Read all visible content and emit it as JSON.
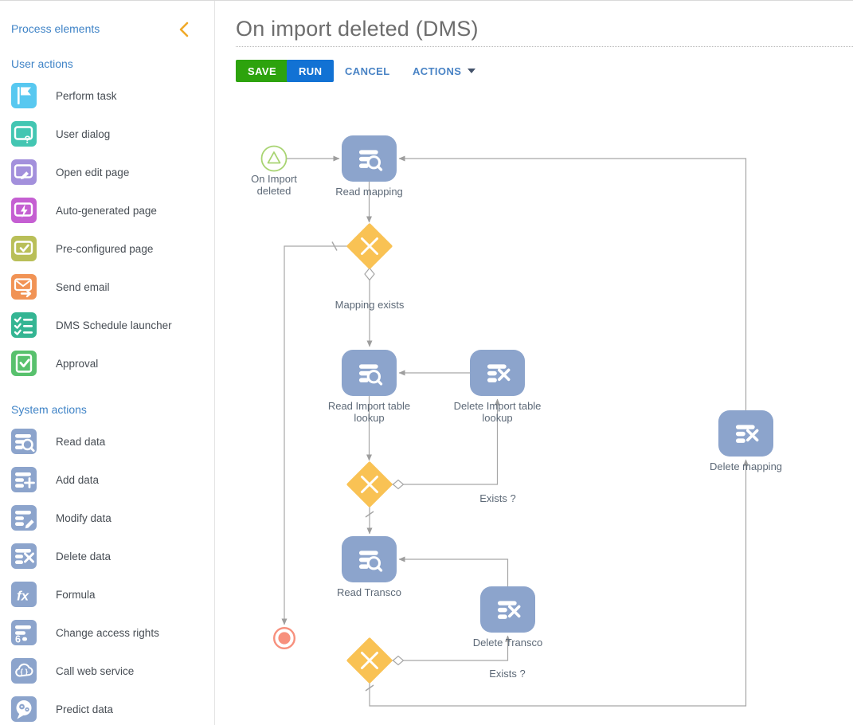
{
  "sidebar": {
    "title": "Process elements",
    "sections": [
      {
        "label": "User actions",
        "items": [
          {
            "label": "Perform task",
            "icon": "flag-icon",
            "color": "#58c8f0"
          },
          {
            "label": "User dialog",
            "icon": "dialog-question-icon",
            "color": "#43c6b2"
          },
          {
            "label": "Open edit page",
            "icon": "page-edit-icon",
            "color": "#a390dc"
          },
          {
            "label": "Auto-generated page",
            "icon": "page-lightning-icon",
            "color": "#c55fd2"
          },
          {
            "label": "Pre-configured page",
            "icon": "page-check-icon",
            "color": "#b9bf58"
          },
          {
            "label": "Send email",
            "icon": "email-send-icon",
            "color": "#f19355"
          },
          {
            "label": "DMS Schedule launcher",
            "icon": "checklist-icon",
            "color": "#34b593"
          },
          {
            "label": "Approval",
            "icon": "clipboard-check-icon",
            "color": "#58c16d"
          }
        ]
      },
      {
        "label": "System actions",
        "items": [
          {
            "label": "Read data",
            "icon": "data-read-icon",
            "color": "#8ca4cc"
          },
          {
            "label": "Add data",
            "icon": "data-add-icon",
            "color": "#8ca4cc"
          },
          {
            "label": "Modify data",
            "icon": "data-modify-icon",
            "color": "#8ca4cc"
          },
          {
            "label": "Delete data",
            "icon": "data-delete-icon",
            "color": "#8ca4cc"
          },
          {
            "label": "Formula",
            "icon": "formula-icon",
            "color": "#8ca4cc"
          },
          {
            "label": "Change access rights",
            "icon": "access-rights-icon",
            "color": "#8ca4cc"
          },
          {
            "label": "Call web service",
            "icon": "cloud-code-icon",
            "color": "#8ca4cc"
          },
          {
            "label": "Predict data",
            "icon": "brain-gears-icon",
            "color": "#8ca4cc"
          }
        ]
      }
    ]
  },
  "header": {
    "title": "On import deleted (DMS)"
  },
  "toolbar": {
    "save": "SAVE",
    "run": "RUN",
    "cancel": "CANCEL",
    "actions": "ACTIONS"
  },
  "diagram": {
    "start_event": {
      "label": "On Import deleted",
      "type": "signal-start"
    },
    "end_event": {
      "type": "terminate-end"
    },
    "tasks": [
      {
        "label": "Read mapping",
        "type": "read-data"
      },
      {
        "label": "Read Import table lookup",
        "type": "read-data"
      },
      {
        "label": "Delete Import table lookup",
        "type": "delete-data"
      },
      {
        "label": "Read Transco",
        "type": "read-data"
      },
      {
        "label": "Delete Transco",
        "type": "delete-data"
      },
      {
        "label": "Delete mapping",
        "type": "delete-data"
      }
    ],
    "gateways": [
      {
        "type": "exclusive"
      },
      {
        "type": "exclusive"
      },
      {
        "type": "exclusive"
      }
    ],
    "flow_labels": [
      {
        "label": "Mapping exists"
      },
      {
        "label": "Exists ?"
      },
      {
        "label": "Exists ?"
      }
    ],
    "flows": [
      {
        "from": "On Import deleted",
        "to": "Read mapping"
      },
      {
        "from": "Read mapping",
        "to": "gateway-1"
      },
      {
        "from": "gateway-1",
        "to": "Read Import table lookup",
        "label": "Mapping exists",
        "kind": "conditional"
      },
      {
        "from": "gateway-1",
        "to": "end-event",
        "kind": "default"
      },
      {
        "from": "Delete Import table lookup",
        "to": "Read Import table lookup"
      },
      {
        "from": "Read Import table lookup",
        "to": "gateway-2"
      },
      {
        "from": "gateway-2",
        "to": "Delete Import table lookup",
        "label": "Exists ?",
        "kind": "conditional"
      },
      {
        "from": "gateway-2",
        "to": "Read Transco",
        "kind": "default"
      },
      {
        "from": "Delete Transco",
        "to": "Read Transco"
      },
      {
        "from": "Read Transco",
        "to": "gateway-3"
      },
      {
        "from": "gateway-3",
        "to": "Delete Transco",
        "label": "Exists ?",
        "kind": "conditional"
      },
      {
        "from": "gateway-3",
        "to": "Delete mapping",
        "kind": "default"
      },
      {
        "from": "Delete mapping",
        "to": "Read mapping"
      }
    ]
  },
  "colors": {
    "accent_blue_text": "#4084c7",
    "collapse_chevron": "#f0a929",
    "save_button": "#2da30d",
    "run_button": "#1272d4",
    "task_node": "#8ca4cc",
    "gateway": "#f9c254",
    "start_event": "#a8d472",
    "end_event": "#f7907d",
    "connector": "#a6a6a6"
  }
}
